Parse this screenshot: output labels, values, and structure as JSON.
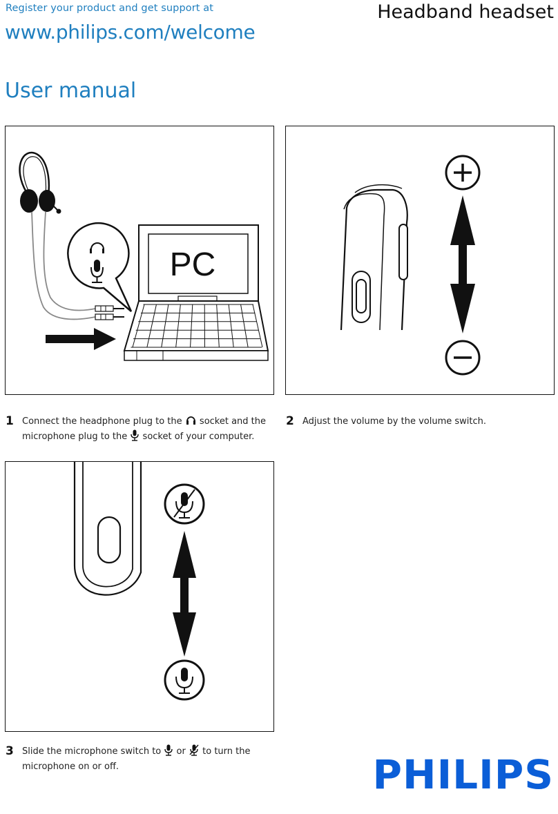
{
  "header": {
    "register_text": "Register your product and get support at",
    "url": "www.philips.com/welcome",
    "product_name": "Headband headset",
    "manual_title": "User manual"
  },
  "panel1": {
    "screen_label": "PC"
  },
  "steps": [
    {
      "number": "1",
      "text_a": "Connect the headphone plug to the",
      "text_b": "socket and the",
      "text_c": "microphone plug to the",
      "text_d": "socket of your computer."
    },
    {
      "number": "2",
      "text_a": "Adjust the volume by the volume switch."
    },
    {
      "number": "3",
      "text_a": "Slide the microphone switch to",
      "text_b": "or",
      "text_c": "to turn the",
      "text_d": "microphone on or off."
    }
  ],
  "brand": {
    "logo": "PHILIPS",
    "color": "#0b5ed7"
  },
  "colors": {
    "accent": "#1f7fbf"
  }
}
